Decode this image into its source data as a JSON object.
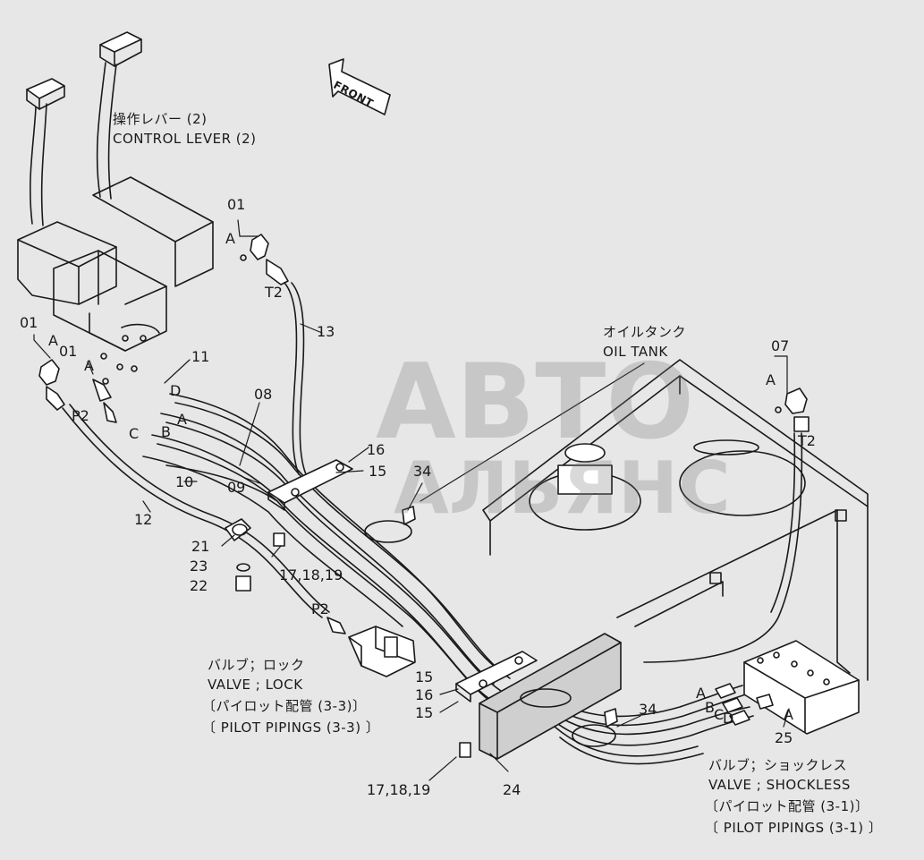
{
  "front_label": "FRONT",
  "control_lever": {
    "jp": "操作レバー (2)",
    "en": "CONTROL LEVER (2)"
  },
  "oil_tank": {
    "jp": "オイルタンク",
    "en": "OIL TANK"
  },
  "valve_lock": {
    "jp": "バルブ；ロック",
    "en": "VALVE ; LOCK",
    "ref_jp": "〔パイロット配管 (3-3)〕",
    "ref_en": "〔 PILOT PIPINGS (3-3) 〕"
  },
  "valve_shockless": {
    "jp": "バルブ；ショックレス",
    "en": "VALVE ; SHOCKLESS",
    "ref_jp": "〔パイロット配管 (3-1)〕",
    "ref_en": "〔 PILOT PIPINGS (3-1) 〕"
  },
  "watermark": {
    "line1": "АВТО",
    "line2": "АЛЬЯНС"
  },
  "callouts": {
    "c01_top": "01",
    "a_top": "A",
    "t2_top": "T2",
    "c13": "13",
    "c01_left": "01",
    "a_left1": "A",
    "c01_left2": "01",
    "a_left2": "A",
    "c11": "11",
    "d_left": "D",
    "c08": "08",
    "a_mid": "A",
    "b_mid": "B",
    "c_mid": "C",
    "p2_left": "P2",
    "c10": "10",
    "c09": "09",
    "c12": "12",
    "c16_top": "16",
    "c15_top": "15",
    "c34_top": "34",
    "c21": "21",
    "c23": "23",
    "c22": "22",
    "c171819_top": "17,18,19",
    "p2_bottom": "P2",
    "c15_b1": "15",
    "c16_b": "16",
    "c15_b2": "15",
    "c171819_bottom": "17,18,19",
    "c24": "24",
    "c34_bottom": "34",
    "c07": "07",
    "a_right": "A",
    "t2_right": "T2",
    "a_valve": "A",
    "b_valve": "B",
    "c_valve": "C",
    "d_valve": "D",
    "a_valve2": "A",
    "c25": "25"
  }
}
